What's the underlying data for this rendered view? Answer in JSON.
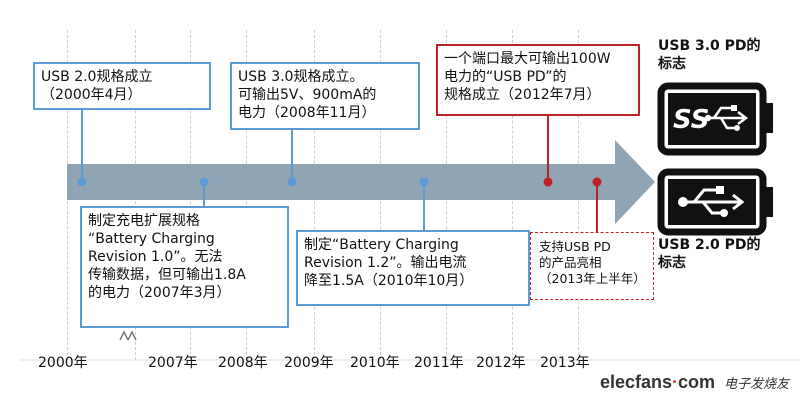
{
  "events": [
    {
      "id": "usb20",
      "text": "USB 2.0规格成立\n（2000年4月）"
    },
    {
      "id": "usb30",
      "text": "USB 3.0规格成立。\n可输出5V、900mA的\n电力（2008年11月）"
    },
    {
      "id": "usbpd",
      "text": "一个端口最大可输出100W\n电力的“USB PD”的\n规格成立（2012年7月）"
    },
    {
      "id": "bc10",
      "text": "制定充电扩展规格\n“Battery Charging\nRevision 1.0”。无法\n传输数据，但可输出1.8A\n的电力（2007年3月）"
    },
    {
      "id": "bc12",
      "text": "制定“Battery Charging\nRevision 1.2”。输出电流\n降至1.5A（2010年10月）"
    },
    {
      "id": "pdprod",
      "text": "支持USB PD\n的产品亮相\n（2013年上半年）"
    }
  ],
  "years": [
    "2000年",
    "2007年",
    "2008年",
    "2009年",
    "2010年",
    "2011年",
    "2012年",
    "2013年"
  ],
  "logos": {
    "usb30_pd_label": "USB 3.0 PD的\n标志",
    "usb20_pd_label": "USB 2.0 PD的\n标志",
    "ss_text": "SS"
  },
  "watermark": {
    "brand": "elecfans",
    "dot": "·",
    "com": "com",
    "cn": "电子发烧友"
  },
  "colors": {
    "arrow": "#8fa5b3",
    "blue": "#5b9bd5",
    "red": "#c0202a"
  }
}
